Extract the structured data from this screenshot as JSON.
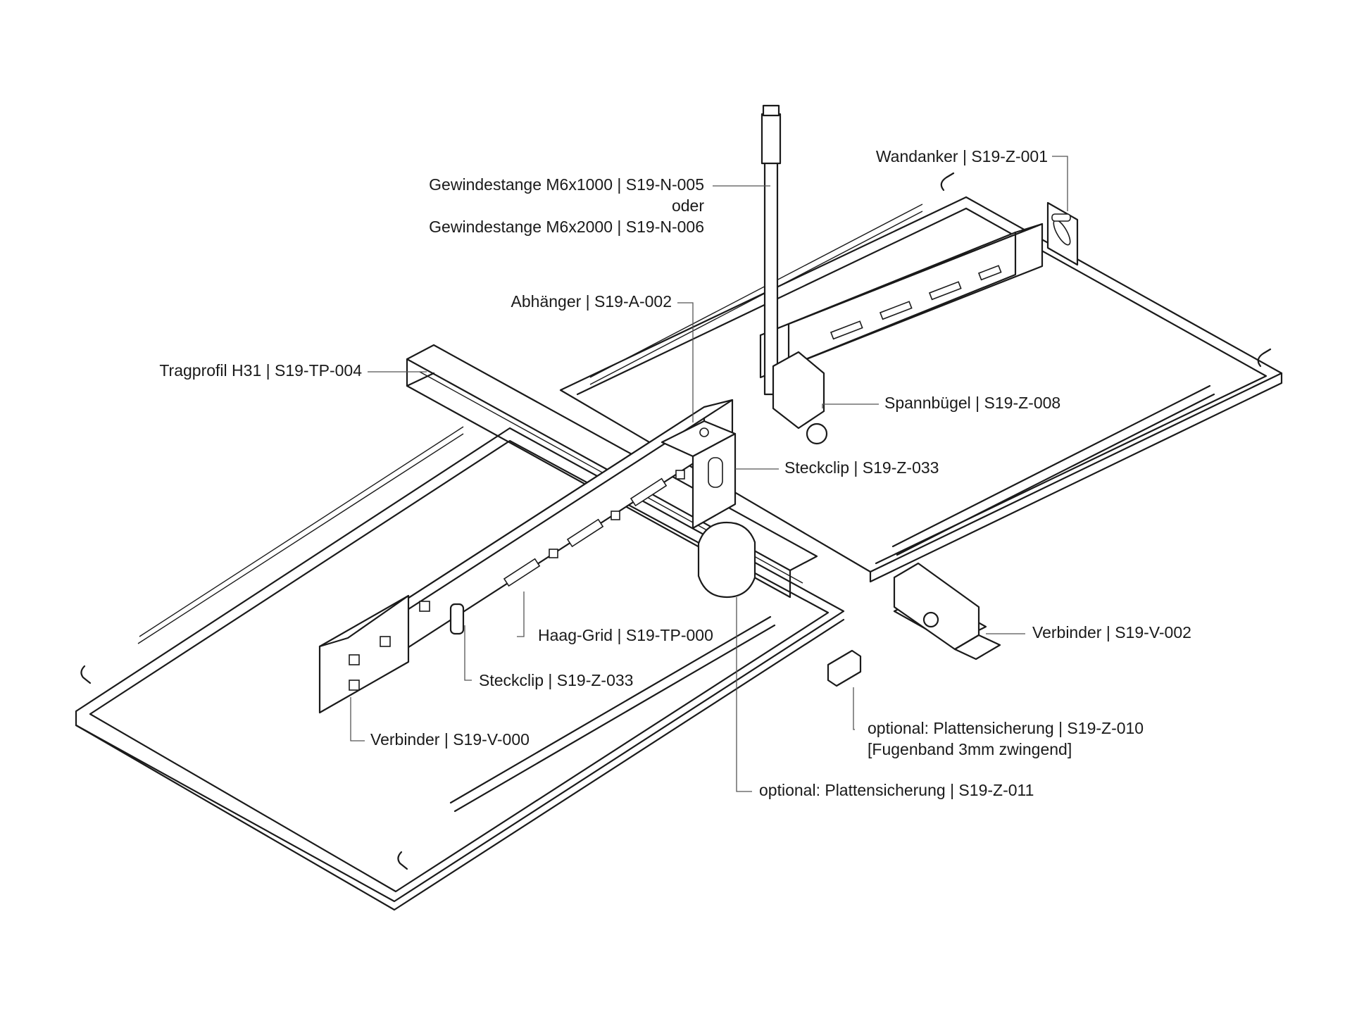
{
  "labels": {
    "wandanker": "Wandanker | S19-Z-001",
    "gewindestange1": "Gewindestange M6x1000 | S19-N-005",
    "oder": "oder",
    "gewindestange2": "Gewindestange M6x2000 | S19-N-006",
    "abhaenger": "Abhänger | S19-A-002",
    "tragprofil": "Tragprofil H31 | S19-TP-004",
    "spannbuegel": "Spannbügel | S19-Z-008",
    "steckclip_upper": "Steckclip | S19-Z-033",
    "verbinder_right": "Verbinder | S19-V-002",
    "haag_grid": "Haag-Grid | S19-TP-000",
    "steckclip_lower": "Steckclip | S19-Z-033",
    "plattensicherung_010": "optional: Plattensicherung | S19-Z-010",
    "fugenband": "[Fugenband 3mm zwingend]",
    "verbinder_left": "Verbinder | S19-V-000",
    "plattensicherung_011": "optional: Plattensicherung | S19-Z-011"
  }
}
